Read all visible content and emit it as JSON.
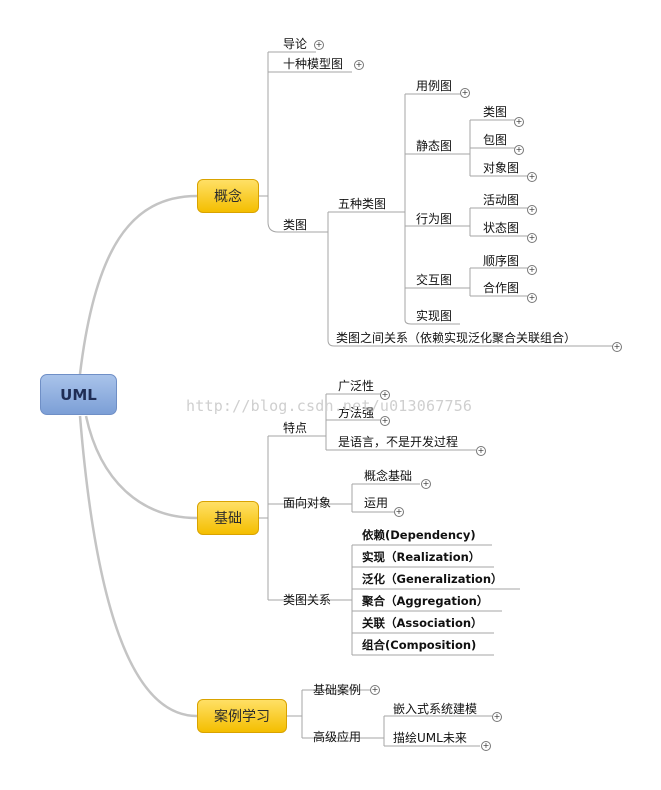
{
  "root": {
    "label": "UML"
  },
  "watermark": "http://blog.csdn.net/u013067756",
  "expand_symbol": "+",
  "branches": {
    "concept": {
      "label": "概念",
      "intro": "导论",
      "ten_models": "十种模型图",
      "class_diagram": "类图",
      "five_types": "五种类图",
      "use_case": "用例图",
      "static": "静态图",
      "static_children": [
        "类图",
        "包图",
        "对象图"
      ],
      "behavior": "行为图",
      "behavior_children": [
        "活动图",
        "状态图"
      ],
      "interaction": "交互图",
      "interaction_children": [
        "顺序图",
        "合作图"
      ],
      "implementation": "实现图",
      "relations": "类图之间关系（依赖实现泛化聚合关联组合）"
    },
    "basics": {
      "label": "基础",
      "features": "特点",
      "feature_items": [
        "广泛性",
        "方法强",
        "是语言，不是开发过程"
      ],
      "oo": "面向对象",
      "oo_items": [
        "概念基础",
        "运用"
      ],
      "class_relations": "类图关系",
      "relation_items": [
        "依赖(Dependency)",
        "实现（Realization）",
        "泛化（Generalization）",
        "聚合（Aggregation）",
        "关联（Association）",
        "组合(Composition)"
      ]
    },
    "cases": {
      "label": "案例学习",
      "basic_case": "基础案例",
      "advanced": "高级应用",
      "advanced_items": [
        "嵌入式系统建模",
        "描绘UML未来"
      ]
    }
  }
}
